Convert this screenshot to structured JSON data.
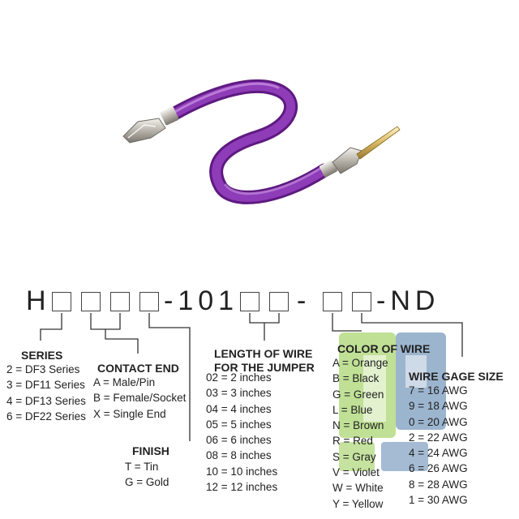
{
  "part_number": {
    "prefix": "H",
    "middle": "-101",
    "sep": "-",
    "suffix": "-ND"
  },
  "series": {
    "heading": "SERIES",
    "options": [
      "2 = DF3 Series",
      "3 = DF11 Series",
      "4 = DF13 Series",
      "6 = DF22 Series"
    ]
  },
  "contact_end": {
    "heading": "CONTACT END",
    "options": [
      "A = Male/Pin",
      "B = Female/Socket",
      "X = Single End"
    ]
  },
  "finish": {
    "heading": "FINISH",
    "options": [
      "T = Tin",
      "G = Gold"
    ]
  },
  "length": {
    "heading_line1": "LENGTH OF WIRE",
    "heading_line2": "FOR THE JUMPER",
    "options": [
      "02 = 2 inches",
      "03 = 3 inches",
      "04 = 4 inches",
      "05 = 5 inches",
      "06 = 6 inches",
      "08 = 8 inches",
      "10 = 10 inches",
      "12 = 12 inches"
    ]
  },
  "color": {
    "heading": "COLOR OF WIRE",
    "options": [
      "A = Orange",
      "B = Black",
      "G = Green",
      "L = Blue",
      "N = Brown",
      "R = Red",
      "S = Gray",
      "V = Violet",
      "W = White",
      "Y = Yellow"
    ]
  },
  "gage": {
    "heading": "WIRE GAGE SIZE",
    "options": [
      "7 = 16 AWG",
      "9 = 18 AWG",
      "0 = 20 AWG",
      "2 = 22 AWG",
      "4 = 24 AWG",
      "6 = 26 AWG",
      "8 = 28 AWG",
      "1 = 30 AWG"
    ]
  },
  "colors": {
    "wire": "#7b2a9e",
    "wire_highlight": "#b46ad6",
    "watermark_green": "#8cc63f",
    "watermark_blue": "#4a78a8",
    "text": "#222222"
  }
}
